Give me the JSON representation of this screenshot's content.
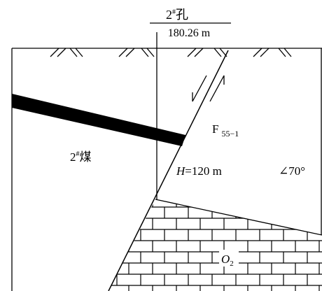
{
  "borehole": {
    "name": "2",
    "name_sup": "#",
    "name_suffix": "孔",
    "elevation": "180.26 m"
  },
  "fault": {
    "name": "F",
    "subscript": "55−1",
    "dip": "∠70°",
    "height": {
      "var": "H",
      "eq": "=120 m"
    }
  },
  "coal_seam": {
    "name": "2",
    "name_sup": "#",
    "name_suffix": "煤"
  },
  "limestone": {
    "symbol": "O",
    "subscript": "2"
  },
  "colors": {
    "line": "#000000",
    "background": "#ffffff"
  }
}
